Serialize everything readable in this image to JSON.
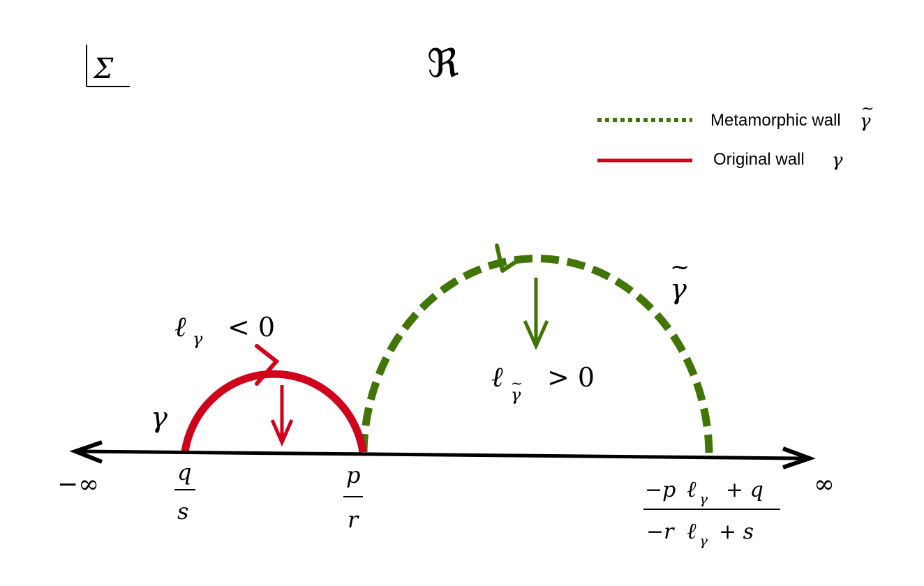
{
  "colors": {
    "axis": "#000000",
    "original_wall": "#d0021b",
    "metamorphic_wall": "#417505"
  },
  "corner": {
    "sigma": "Σ"
  },
  "region": {
    "label": "ℜ"
  },
  "legend": {
    "metamorphic": {
      "text": "Metamorphic wall",
      "symbol": "γ",
      "tilde": "~"
    },
    "original": {
      "text": "Original wall",
      "symbol": "γ"
    }
  },
  "axis": {
    "left": "−∞",
    "right": "∞",
    "q_over_s": {
      "num": "q",
      "den": "s"
    },
    "p_over_r": {
      "num": "p",
      "den": "r"
    },
    "mobius": {
      "num": {
        "a": "−p",
        "l": "ℓ",
        "sub": "γ",
        "rest": "+  q"
      },
      "den": {
        "a": "−r",
        "l": "ℓ",
        "sub": "γ",
        "rest": "+  s"
      }
    }
  },
  "labels": {
    "gamma": "γ",
    "gamma_tilde": "γ",
    "tilde": "~",
    "ell_gamma": {
      "l": "ℓ",
      "sub": "γ",
      "rel": "<  0"
    },
    "ell_gamma_tilde": {
      "l": "ℓ",
      "sub": "γ",
      "tilde": "~",
      "rel": ">  0"
    }
  }
}
